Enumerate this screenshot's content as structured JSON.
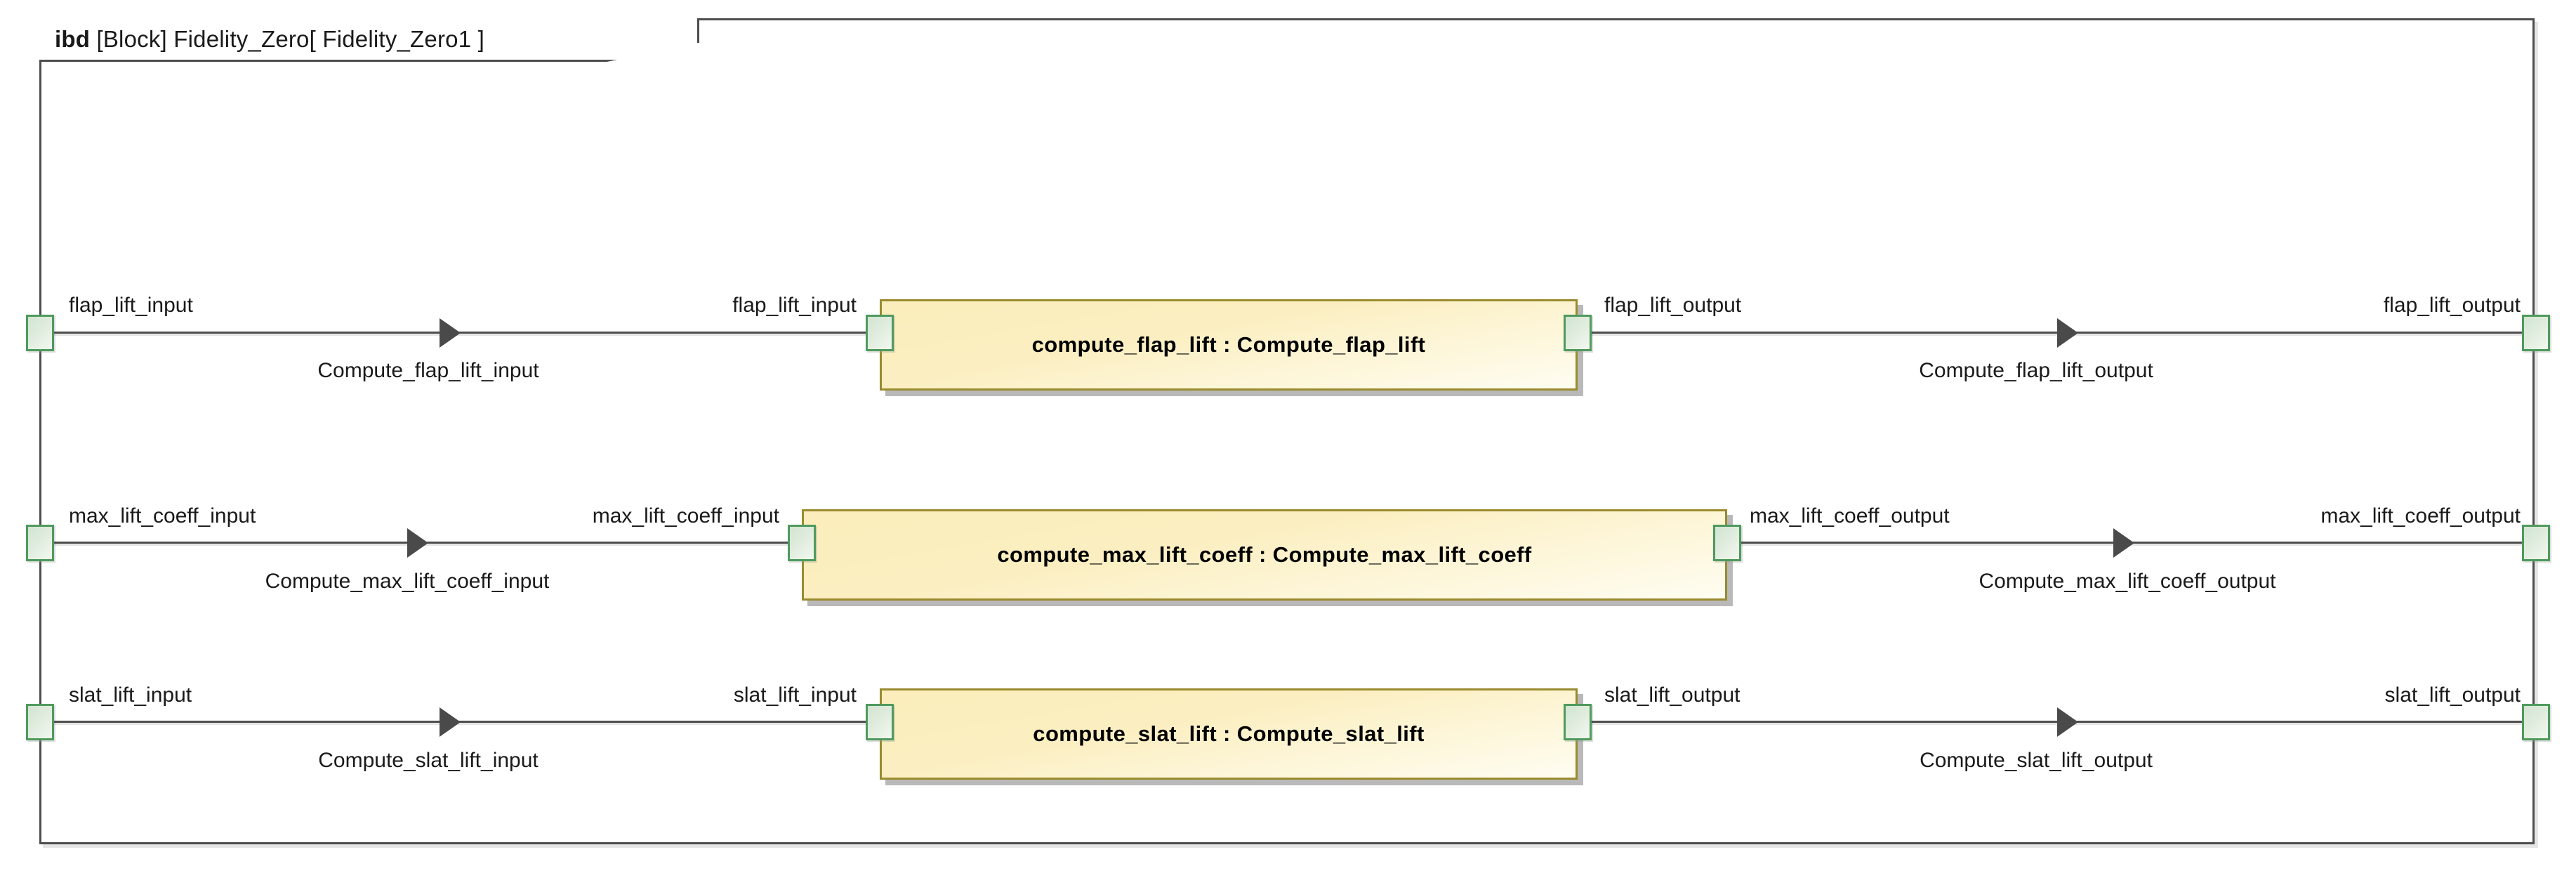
{
  "diagram": {
    "kind": "ibd",
    "stereotype": "[Block]",
    "block_name": "Fidelity_Zero",
    "view_name": "[ Fidelity_Zero1 ]",
    "title_full": "ibd [Block] Fidelity_Zero[ Fidelity_Zero1 ]",
    "colors": {
      "frame_border": "#4d4d4d",
      "part_fill": "#fbeec0",
      "part_border": "#9a8b2e",
      "port_fill": "#dfecdd",
      "port_border": "#4f9a5d",
      "connector": "#4d4d4d",
      "text": "#1a1a1a",
      "background": "#ffffff"
    }
  },
  "rows": [
    {
      "id": "flap-lift",
      "part_label": "compute_flap_lift : Compute_flap_lift",
      "boundary_port_in_label": "flap_lift_input",
      "part_port_in_label": "flap_lift_input",
      "connector_in_label": "Compute_flap_lift_input",
      "part_port_out_label": "flap_lift_output",
      "boundary_port_out_label": "flap_lift_output",
      "connector_out_label": "Compute_flap_lift_output"
    },
    {
      "id": "max-lift-coeff",
      "part_label": "compute_max_lift_coeff : Compute_max_lift_coeff",
      "boundary_port_in_label": "max_lift_coeff_input",
      "part_port_in_label": "max_lift_coeff_input",
      "connector_in_label": "Compute_max_lift_coeff_input",
      "part_port_out_label": "max_lift_coeff_output",
      "boundary_port_out_label": "max_lift_coeff_output",
      "connector_out_label": "Compute_max_lift_coeff_output"
    },
    {
      "id": "slat-lift",
      "part_label": "compute_slat_lift : Compute_slat_lift",
      "boundary_port_in_label": "slat_lift_input",
      "part_port_in_label": "slat_lift_input",
      "connector_in_label": "Compute_slat_lift_input",
      "part_port_out_label": "slat_lift_output",
      "boundary_port_out_label": "slat_lift_output",
      "connector_out_label": "Compute_slat_lift_output"
    }
  ]
}
